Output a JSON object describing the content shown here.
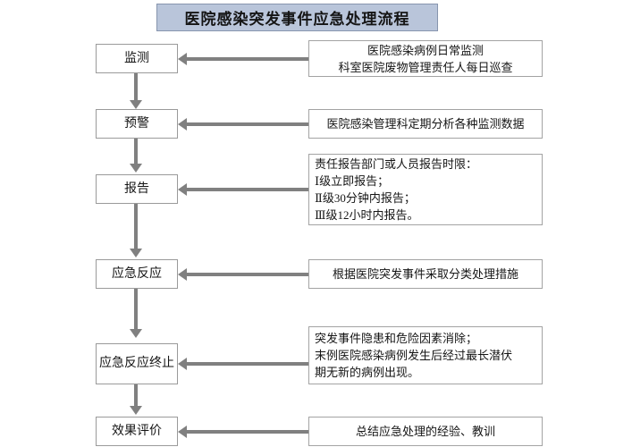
{
  "title": {
    "text": "医院感染突发事件应急处理流程",
    "fill_color": "#b9c5da",
    "border_color": "#8795ae"
  },
  "theme": {
    "connector_color": "#808080",
    "box_border_color": "#9a9a9a",
    "box_fill_color": "#ffffff",
    "text_color": "#151515"
  },
  "flow": {
    "steps": [
      {
        "id": "monitoring",
        "label": "监测",
        "detail_lines": [
          "医院感染病例日常监测",
          "科室医院废物管理责任人每日巡查"
        ],
        "detail_align": "centered"
      },
      {
        "id": "early-warning",
        "label": "预警",
        "detail_lines": [
          "医院感染管理科定期分析各种监测数据"
        ],
        "detail_align": "centered"
      },
      {
        "id": "report",
        "label": "报告",
        "detail_lines": [
          "责任报告部门或人员报告时限：",
          "Ⅰ级立即报告；",
          "Ⅱ级30分钟内报告；",
          "Ⅲ级12小时内报告。"
        ],
        "detail_align": "left"
      },
      {
        "id": "emergency-response",
        "label": "应急反应",
        "detail_lines": [
          "根据医院突发事件采取分类处理措施"
        ],
        "detail_align": "centered"
      },
      {
        "id": "response-termination",
        "label": "应急反应终止",
        "detail_lines": [
          "突发事件隐患和危险因素消除；",
          "末例医院感染病例发生后经过最长潜伏",
          "期无新的病例出现。"
        ],
        "detail_align": "left"
      },
      {
        "id": "effect-evaluation",
        "label": "效果评价",
        "detail_lines": [
          "总结应急处理的经验、教训"
        ],
        "detail_align": "centered"
      }
    ]
  }
}
